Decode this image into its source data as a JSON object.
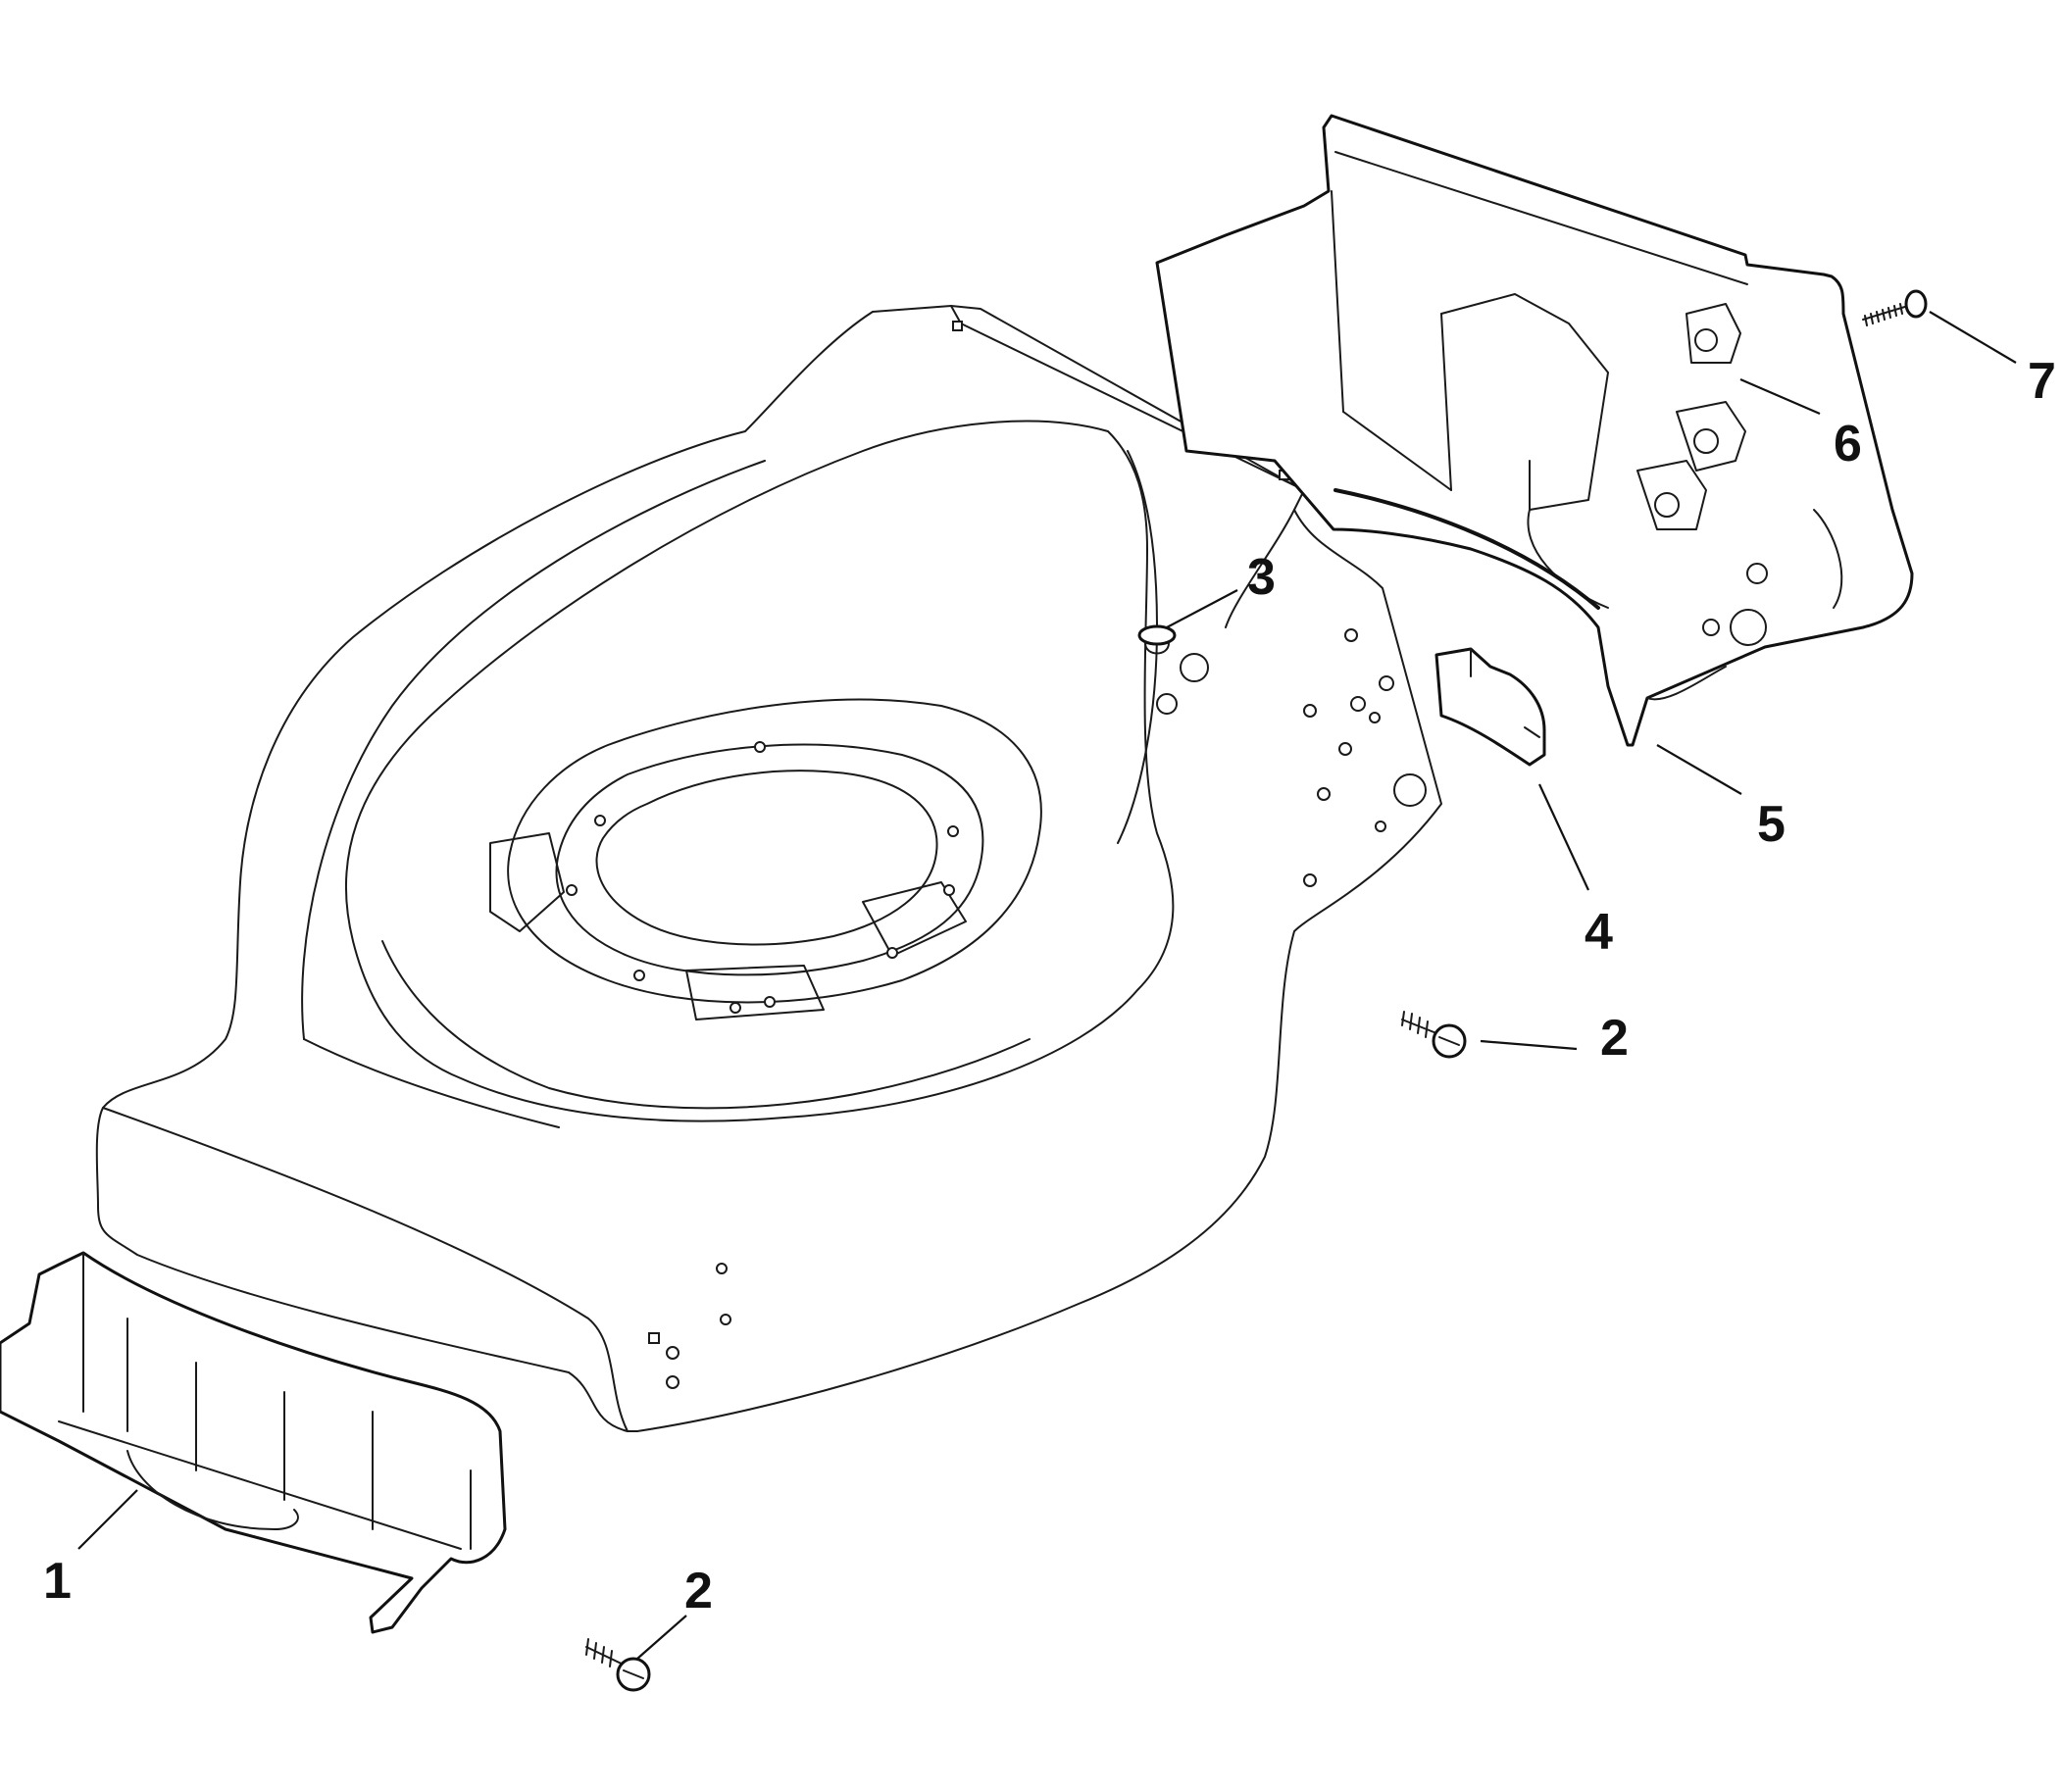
{
  "callouts": [
    {
      "id": "1",
      "label": "1"
    },
    {
      "id": "2a",
      "label": "2"
    },
    {
      "id": "2b",
      "label": "2"
    },
    {
      "id": "3",
      "label": "3"
    },
    {
      "id": "4",
      "label": "4"
    },
    {
      "id": "5",
      "label": "5"
    },
    {
      "id": "6",
      "label": "6"
    },
    {
      "id": "7",
      "label": "7"
    }
  ],
  "colors": {
    "line": "#111111",
    "background": "#ffffff"
  }
}
